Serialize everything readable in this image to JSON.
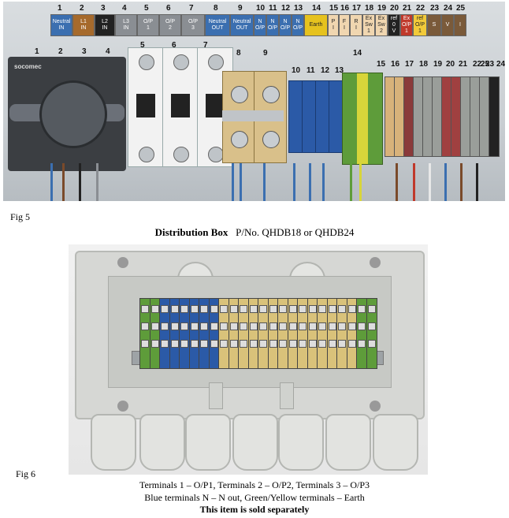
{
  "fig5": {
    "caption": "Fig 5",
    "label_strip": [
      {
        "num": "1",
        "text": "Neutral\nIN",
        "color": "#3b6fb0"
      },
      {
        "num": "2",
        "text": "L1\nIN",
        "color": "#a66a2c"
      },
      {
        "num": "3",
        "text": "L2\nIN",
        "color": "#222222"
      },
      {
        "num": "4",
        "text": "L3\nIN",
        "color": "#8a8e93"
      },
      {
        "num": "5",
        "text": "O/P\n1",
        "color": "#8a8e93"
      },
      {
        "num": "6",
        "text": "O/P\n2",
        "color": "#8a8e93"
      },
      {
        "num": "7",
        "text": "O/P\n3",
        "color": "#8a8e93"
      },
      {
        "num": "8",
        "text": "Neutral\nOUT",
        "color": "#3b6fb0"
      },
      {
        "num": "9",
        "text": "Neutral\nOUT",
        "color": "#3b6fb0"
      },
      {
        "num": "10",
        "text": "N\nO/P",
        "color": "#3b6fb0"
      },
      {
        "num": "11",
        "text": "N\nO/P",
        "color": "#3b6fb0"
      },
      {
        "num": "12",
        "text": "N\nO/P",
        "color": "#3b6fb0"
      },
      {
        "num": "13",
        "text": "N\nO/P",
        "color": "#3b6fb0"
      },
      {
        "num": "14",
        "text": "Earth",
        "color": "#e6c21e"
      },
      {
        "num": "15",
        "text": "P\nI",
        "color": "#f0d6b0"
      },
      {
        "num": "16",
        "text": "F\nI",
        "color": "#f0d6b0"
      },
      {
        "num": "17",
        "text": "R\nI",
        "color": "#f0d6b0"
      },
      {
        "num": "18",
        "text": "Ex\nSw\n1",
        "color": "#f0d6b0"
      },
      {
        "num": "19",
        "text": "Ex\nSw\n2",
        "color": "#f0d6b0"
      },
      {
        "num": "20",
        "text": "ref\n0\nV",
        "color": "#222222"
      },
      {
        "num": "21",
        "text": "Ex\nO/P\n1",
        "color": "#c0392b"
      },
      {
        "num": "22",
        "text": "ref\nO/P\n1",
        "color": "#f2ca3a"
      },
      {
        "num": "23",
        "text": "S",
        "color": "#7a5a3a"
      },
      {
        "num": "24",
        "text": "V",
        "color": "#7a5a3a"
      },
      {
        "num": "25",
        "text": "I",
        "color": "#7a5a3a"
      }
    ],
    "row_numbers": [
      "1",
      "2",
      "3",
      "4",
      "5",
      "6",
      "7",
      "8",
      "9",
      "10",
      "11",
      "12",
      "13",
      "14",
      "15",
      "16",
      "17",
      "18",
      "19",
      "20",
      "21",
      "22",
      "23",
      "24",
      "25"
    ],
    "brand": "socomec"
  },
  "heading": {
    "bold": "Distribution Box",
    "rest": "P/No. QHDB18 or QHDB24"
  },
  "fig6": {
    "caption": "Fig 6",
    "line1": "Terminals 1 – O/P1,  Terminals 2 – O/P2,  Terminals 3 – O/P3",
    "line2": "Blue terminals N – N out,   Green/Yellow terminals  – Earth",
    "line3": "This item is sold separately"
  }
}
